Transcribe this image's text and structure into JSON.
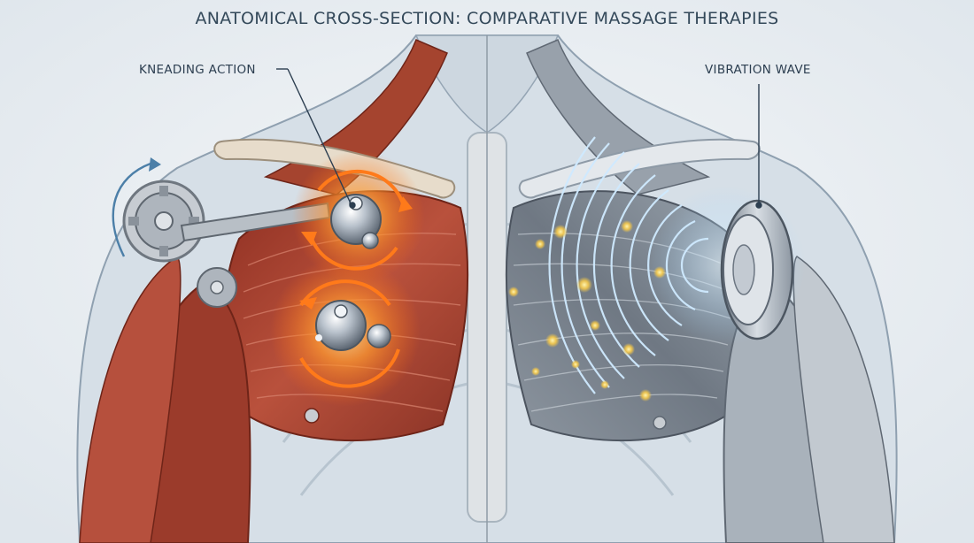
{
  "title": "ANATOMICAL CROSS-SECTION: COMPARATIVE MASSAGE THERAPIES",
  "labels": {
    "left": "KNEADING ACTION",
    "right": "VIBRATION WAVE"
  },
  "colors": {
    "background": "#eef2f5",
    "muscle_left": "#a8412f",
    "muscle_right": "#7f8893",
    "kneading_glow": "#ff8a2a",
    "vibration_wave": "#bfe4ff",
    "bone": "#e7dccb",
    "text": "#2c3e50"
  },
  "icons": [
    "kneading-node-icon",
    "vibration-head-icon",
    "gear-icon",
    "rotation-arrow-icon"
  ]
}
